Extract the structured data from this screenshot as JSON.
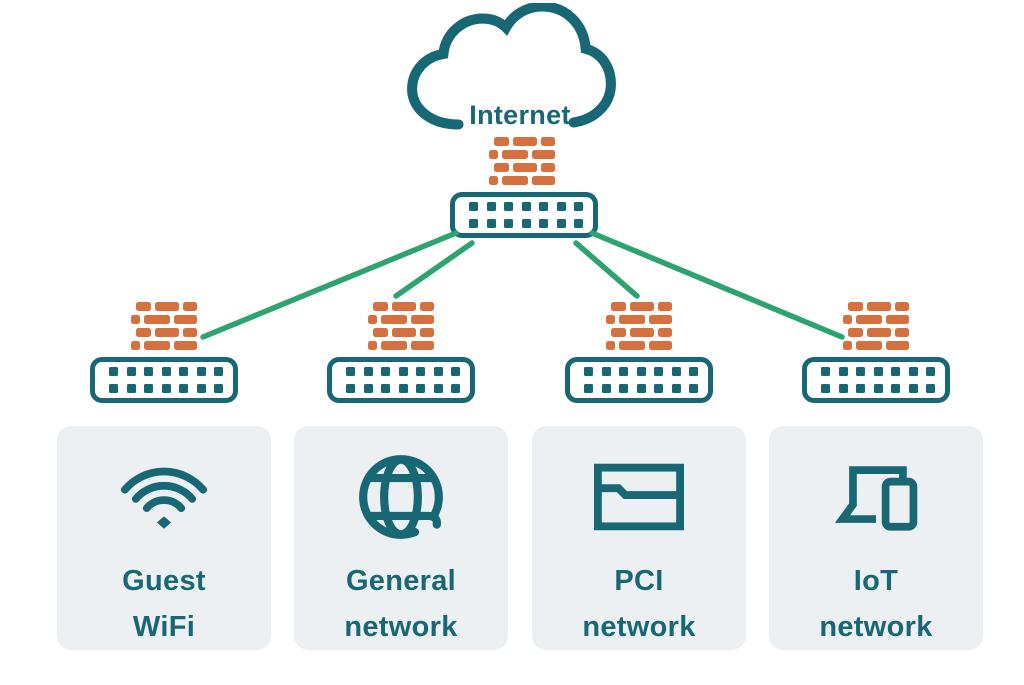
{
  "diagram": {
    "cloud": {
      "label": "Internet"
    },
    "colors": {
      "teal": "#186775",
      "orange": "#d5713e",
      "green": "#2da371",
      "card_background": "#edf0f2",
      "page_background": "#ffffff"
    },
    "topology": {
      "internet_firewall": "firewall-icon",
      "core_router": "switch-icon",
      "segment_count": 4
    },
    "networks": [
      {
        "name": "guest-wifi",
        "icon": "wifi-icon",
        "label_line1": "Guest",
        "label_line2": "WiFi"
      },
      {
        "name": "general-network",
        "icon": "globe-icon",
        "label_line1": "General",
        "label_line2": "network"
      },
      {
        "name": "pci-network",
        "icon": "credit-card-icon",
        "label_line1": "PCI",
        "label_line2": "network"
      },
      {
        "name": "iot-network",
        "icon": "devices-icon",
        "label_line1": "IoT",
        "label_line2": "network"
      }
    ]
  }
}
